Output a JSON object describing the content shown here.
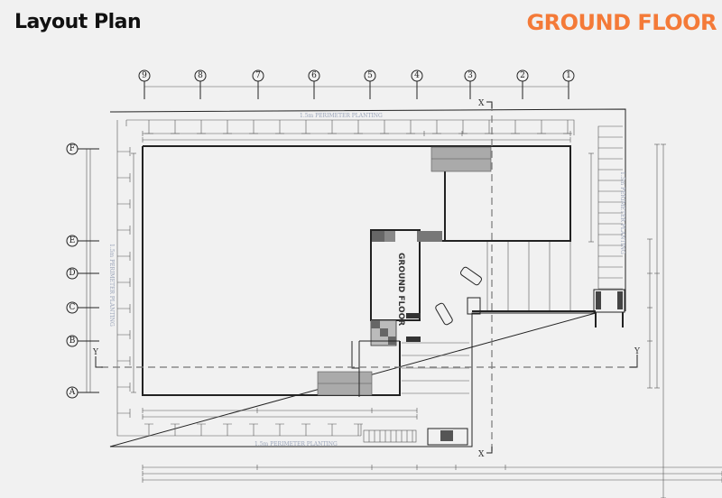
{
  "header": {
    "title": "Layout Plan",
    "subtitle": "GROUND FLOOR",
    "subtitle_color": "#f47a38"
  },
  "plan": {
    "core_label": "GROUND FLOOR",
    "planting_label": "1.5m PERIMETER PLANTING",
    "grid_columns": [
      "9",
      "8",
      "7",
      "6",
      "5",
      "4",
      "3",
      "2",
      "1"
    ],
    "grid_rows": [
      "F",
      "E",
      "D",
      "C",
      "B",
      "A"
    ],
    "section_x": "X",
    "section_y": "Y",
    "line_color": "#222222",
    "planting_text_color": "#99a3b8"
  }
}
